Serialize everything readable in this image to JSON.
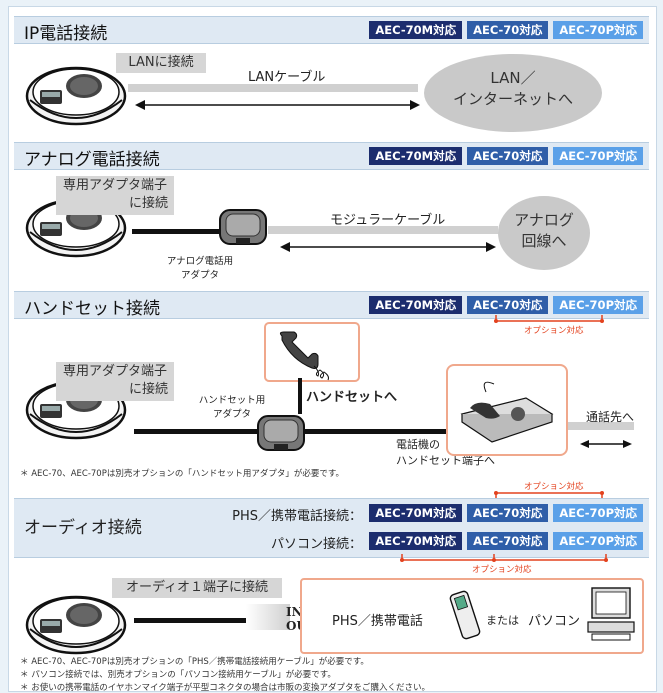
{
  "badges": {
    "m": "AEC-70M対応",
    "b": "AEC-70対応",
    "p": "AEC-70P対応"
  },
  "ip": {
    "title": "IP電話接続",
    "box": "LANに接続",
    "cable": "LANケーブル",
    "dest_line1": "LAN／",
    "dest_line2": "インターネットへ"
  },
  "analog": {
    "title": "アナログ電話接続",
    "box_line1": "専用アダプタ端子",
    "box_line2": "に接続",
    "cable": "モジュラーケーブル",
    "adapter_line1": "アナログ電話用",
    "adapter_line2": "アダプタ",
    "dest_line1": "アナログ",
    "dest_line2": "回線へ"
  },
  "handset": {
    "title": "ハンドセット接続",
    "option": "オプション対応",
    "box_line1": "専用アダプタ端子",
    "box_line2": "に接続",
    "to_handset": "ハンドセットへ",
    "adapter_line1": "ハンドセット用",
    "adapter_line2": "アダプタ",
    "port_line1": "電話機の",
    "port_line2": "ハンドセット端子へ",
    "callee": "通話先へ",
    "note": "＊ AEC-70、AEC-70Pは別売オプションの「ハンドセット用アダプタ」が必要です。"
  },
  "audio": {
    "title": "オーディオ接続",
    "option_top": "オプション対応",
    "option_bottom": "オプション対応",
    "row1_label": "PHS／携帯電話接続：",
    "row2_label": "パソコン接続：",
    "box": "オーディオ１端子に接続",
    "in": "IN/",
    "out": "OUT",
    "phs": "PHS／携帯電話",
    "or": "または",
    "pc": "パソコン",
    "note1": "＊ AEC-70、AEC-70Pは別売オプションの「PHS／携帯電話接続用ケーブル」が必要です。",
    "note2": "＊ パソコン接続では、別売オプションの「パソコン接続用ケーブル」が必要です。",
    "note3": "＊ お使いの携帯電話のイヤホンマイク端子が平型コネクタの場合は市販の変換アダプタをご購入ください。"
  },
  "colors": {
    "m": "#1c2d6e",
    "b": "#2f5ea8",
    "p": "#5aa0e8",
    "option": "#e3421e",
    "section": "#dfe9f3"
  }
}
